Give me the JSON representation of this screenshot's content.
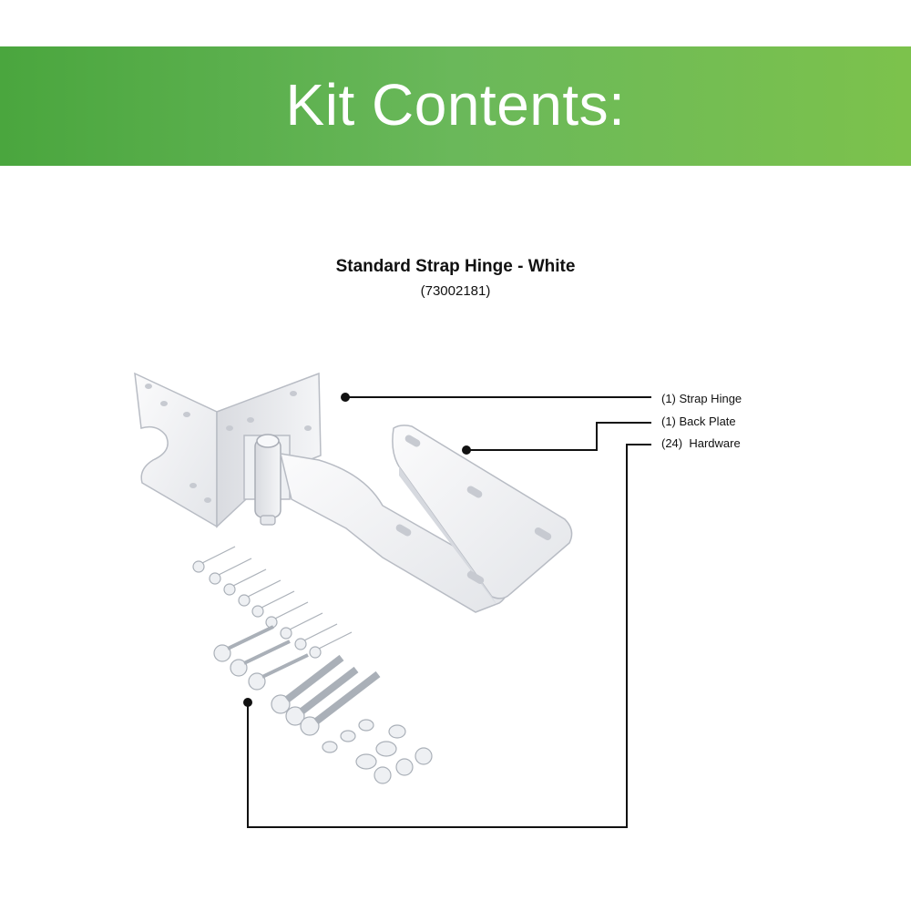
{
  "banner": {
    "title": "Kit Contents:"
  },
  "product": {
    "title": "Standard Strap Hinge - White",
    "sku": "(73002181)"
  },
  "callouts": [
    {
      "label": "(1) Strap Hinge"
    },
    {
      "label": "(1) Back Plate"
    },
    {
      "label": "(24)  Hardware"
    }
  ],
  "colors": {
    "banner_green": "#5cb049",
    "part_white": "#f2f3f5",
    "part_outline": "#b8bcc4",
    "leader_line": "#111111"
  }
}
